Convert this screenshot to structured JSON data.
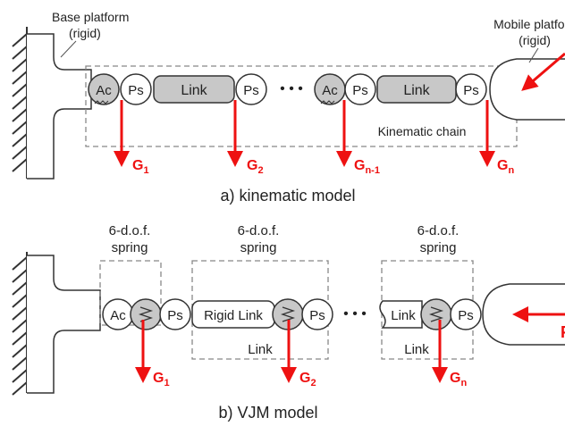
{
  "colors": {
    "force": "#ee1111",
    "joint_fill": "#c8c8c8",
    "link_fill": "#c8c8c8",
    "line": "#333333",
    "dashed": "#888888"
  },
  "kinematic": {
    "base_label": [
      "Base platform",
      "(rigid)"
    ],
    "mobile_label": [
      "Mobile platform",
      "(rigid)"
    ],
    "joints": {
      "ac": "Ac",
      "ps": "Ps",
      "link": "Link"
    },
    "ellipsis": "• • •",
    "chain_label": "Kinematic chain",
    "forces": [
      {
        "letter": "G",
        "sub": "1"
      },
      {
        "letter": "G",
        "sub": "2"
      },
      {
        "letter": "G",
        "sub": "n-1"
      },
      {
        "letter": "G",
        "sub": "n"
      }
    ],
    "caption": "a) kinematic model"
  },
  "vjm": {
    "spring_label": [
      "6-d.o.f.",
      "spring"
    ],
    "joints": {
      "ac": "Ac",
      "ps": "Ps",
      "rigid_link": "Rigid Link",
      "link": "Link"
    },
    "link_box_label": "Link",
    "ellipsis": "• • •",
    "forces": [
      {
        "letter": "G",
        "sub": "1"
      },
      {
        "letter": "G",
        "sub": "2"
      },
      {
        "letter": "G",
        "sub": "n"
      }
    ],
    "end_force": "F",
    "caption": "b) VJM model"
  }
}
